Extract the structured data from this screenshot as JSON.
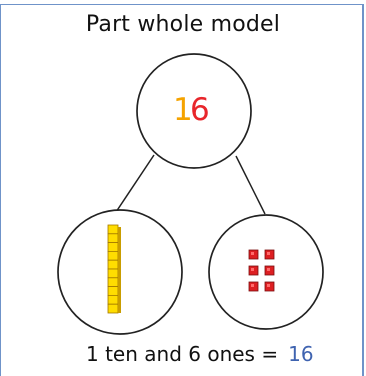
{
  "title": "Part whole model",
  "whole": {
    "tens_digit": "1",
    "ones_digit": "6",
    "tens_color": "#f5a300",
    "ones_color": "#e8262b"
  },
  "parts": {
    "tens": {
      "rod_count": 1,
      "cubes_per_rod": 10,
      "color": "#ffdd00"
    },
    "ones": {
      "cube_count": 6,
      "color": "#dd1f22"
    }
  },
  "equation": {
    "text": "1 ten and 6 ones =",
    "answer": "16",
    "answer_color": "#3f63b0"
  }
}
